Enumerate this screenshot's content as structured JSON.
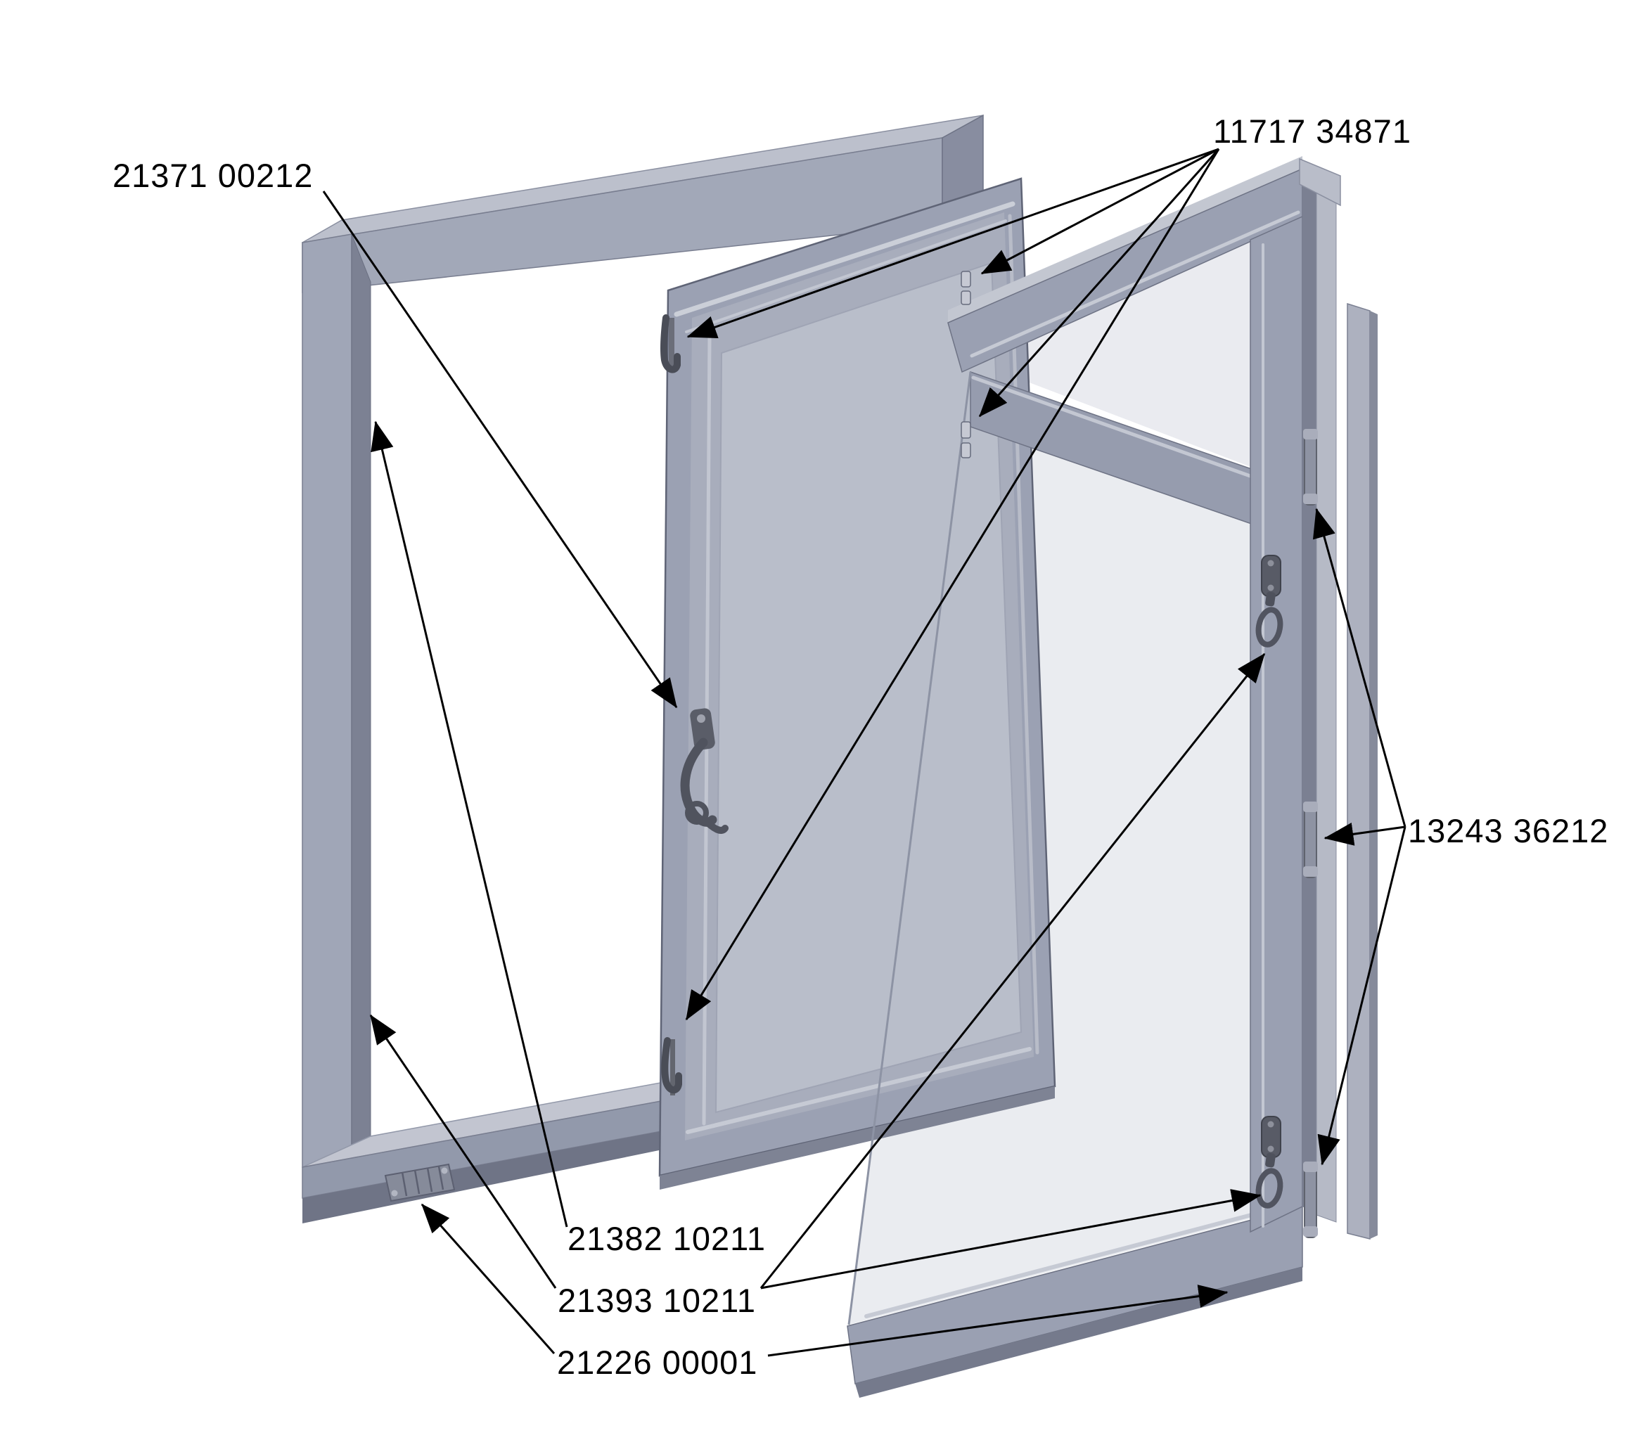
{
  "diagram": {
    "type": "exploded-assembly-drawing",
    "subject": "casement window: outer frame, inner sash, outer sash with hardware",
    "labels": {
      "frame_part": {
        "text": "21371 00212"
      },
      "hook_set": {
        "text": "11717 34871"
      },
      "hinge_set": {
        "text": "13243 36212"
      },
      "keep_upper": {
        "text": "21382 10211"
      },
      "keep_lower": {
        "text": "21393 10211"
      },
      "sill_part": {
        "text": "21226 00001"
      }
    },
    "colors": {
      "line": "#000000",
      "metal_light": "#c2c5d0",
      "metal_mid": "#9ba1b3",
      "metal_dark": "#7a7f91",
      "hardware_dark": "#50535e",
      "glass": "#e7e9ee",
      "background": "#ffffff"
    },
    "icon_legend": {
      "hook_latch": "dark curved hook latch",
      "handle": "curved espagnolette handle",
      "barrel_hinge": "barrel hinge on sash edge",
      "ring_latch": "ring pull latch",
      "hinge_keep": "hinge keep plate on frame jamb",
      "sill_plate": "ventilation/striker plate on sill"
    }
  }
}
